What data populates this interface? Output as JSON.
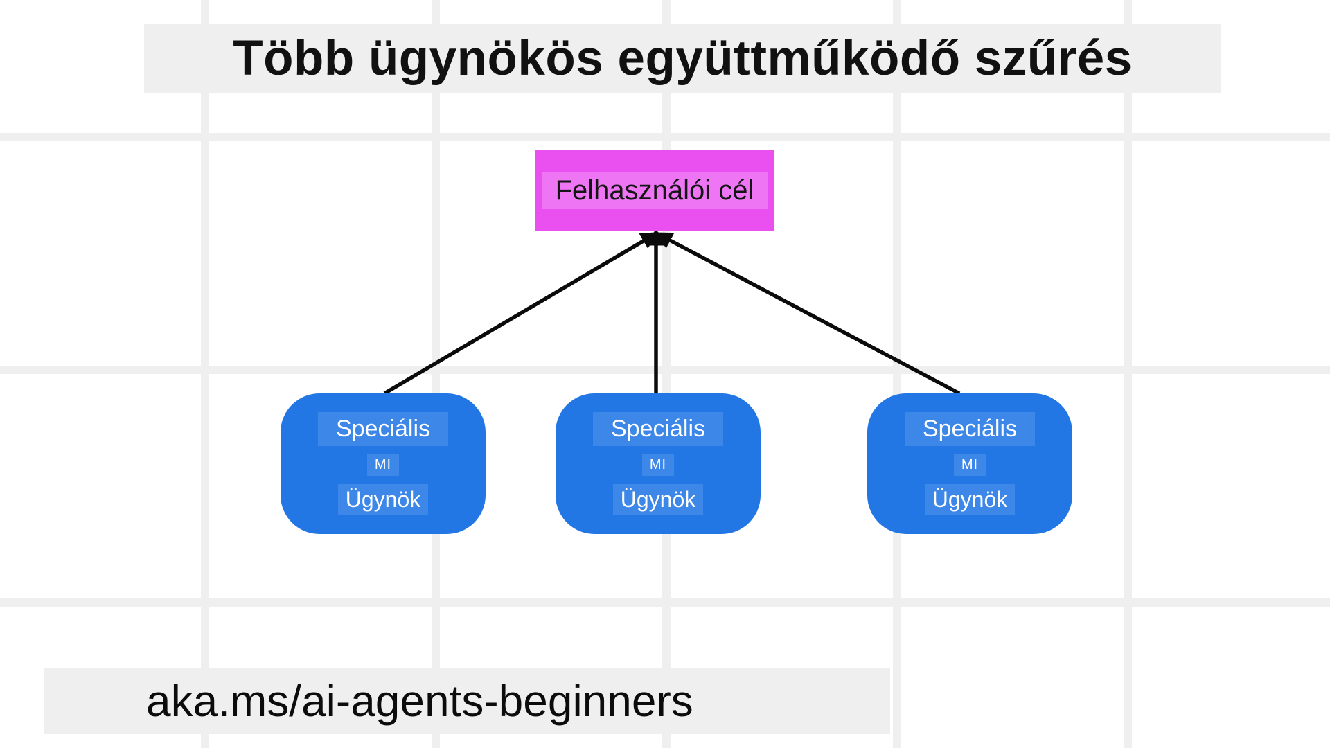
{
  "title": {
    "text": "Több ügynökös együttműködő szűrés"
  },
  "diagram": {
    "goal": {
      "label": "Felhasználói cél"
    },
    "agents": [
      {
        "line1": "Speciális",
        "line2": "MI",
        "line3": "Ügynök"
      },
      {
        "line1": "Speciális",
        "line2": "MI",
        "line3": "Ügynök"
      },
      {
        "line1": "Speciális",
        "line2": "MI",
        "line3": "Ügynök"
      }
    ]
  },
  "footer": {
    "link": "aka.ms/ai-agents-beginners"
  },
  "colors": {
    "background": "#ffffff",
    "grid_line": "#efefef",
    "banner_bg": "#efefef",
    "goal_bg": "#ea4ff0",
    "agent_bg": "#2277e4",
    "arrow": "#0b0b0b",
    "title_text": "#111111",
    "agent_text": "#ffffff"
  }
}
